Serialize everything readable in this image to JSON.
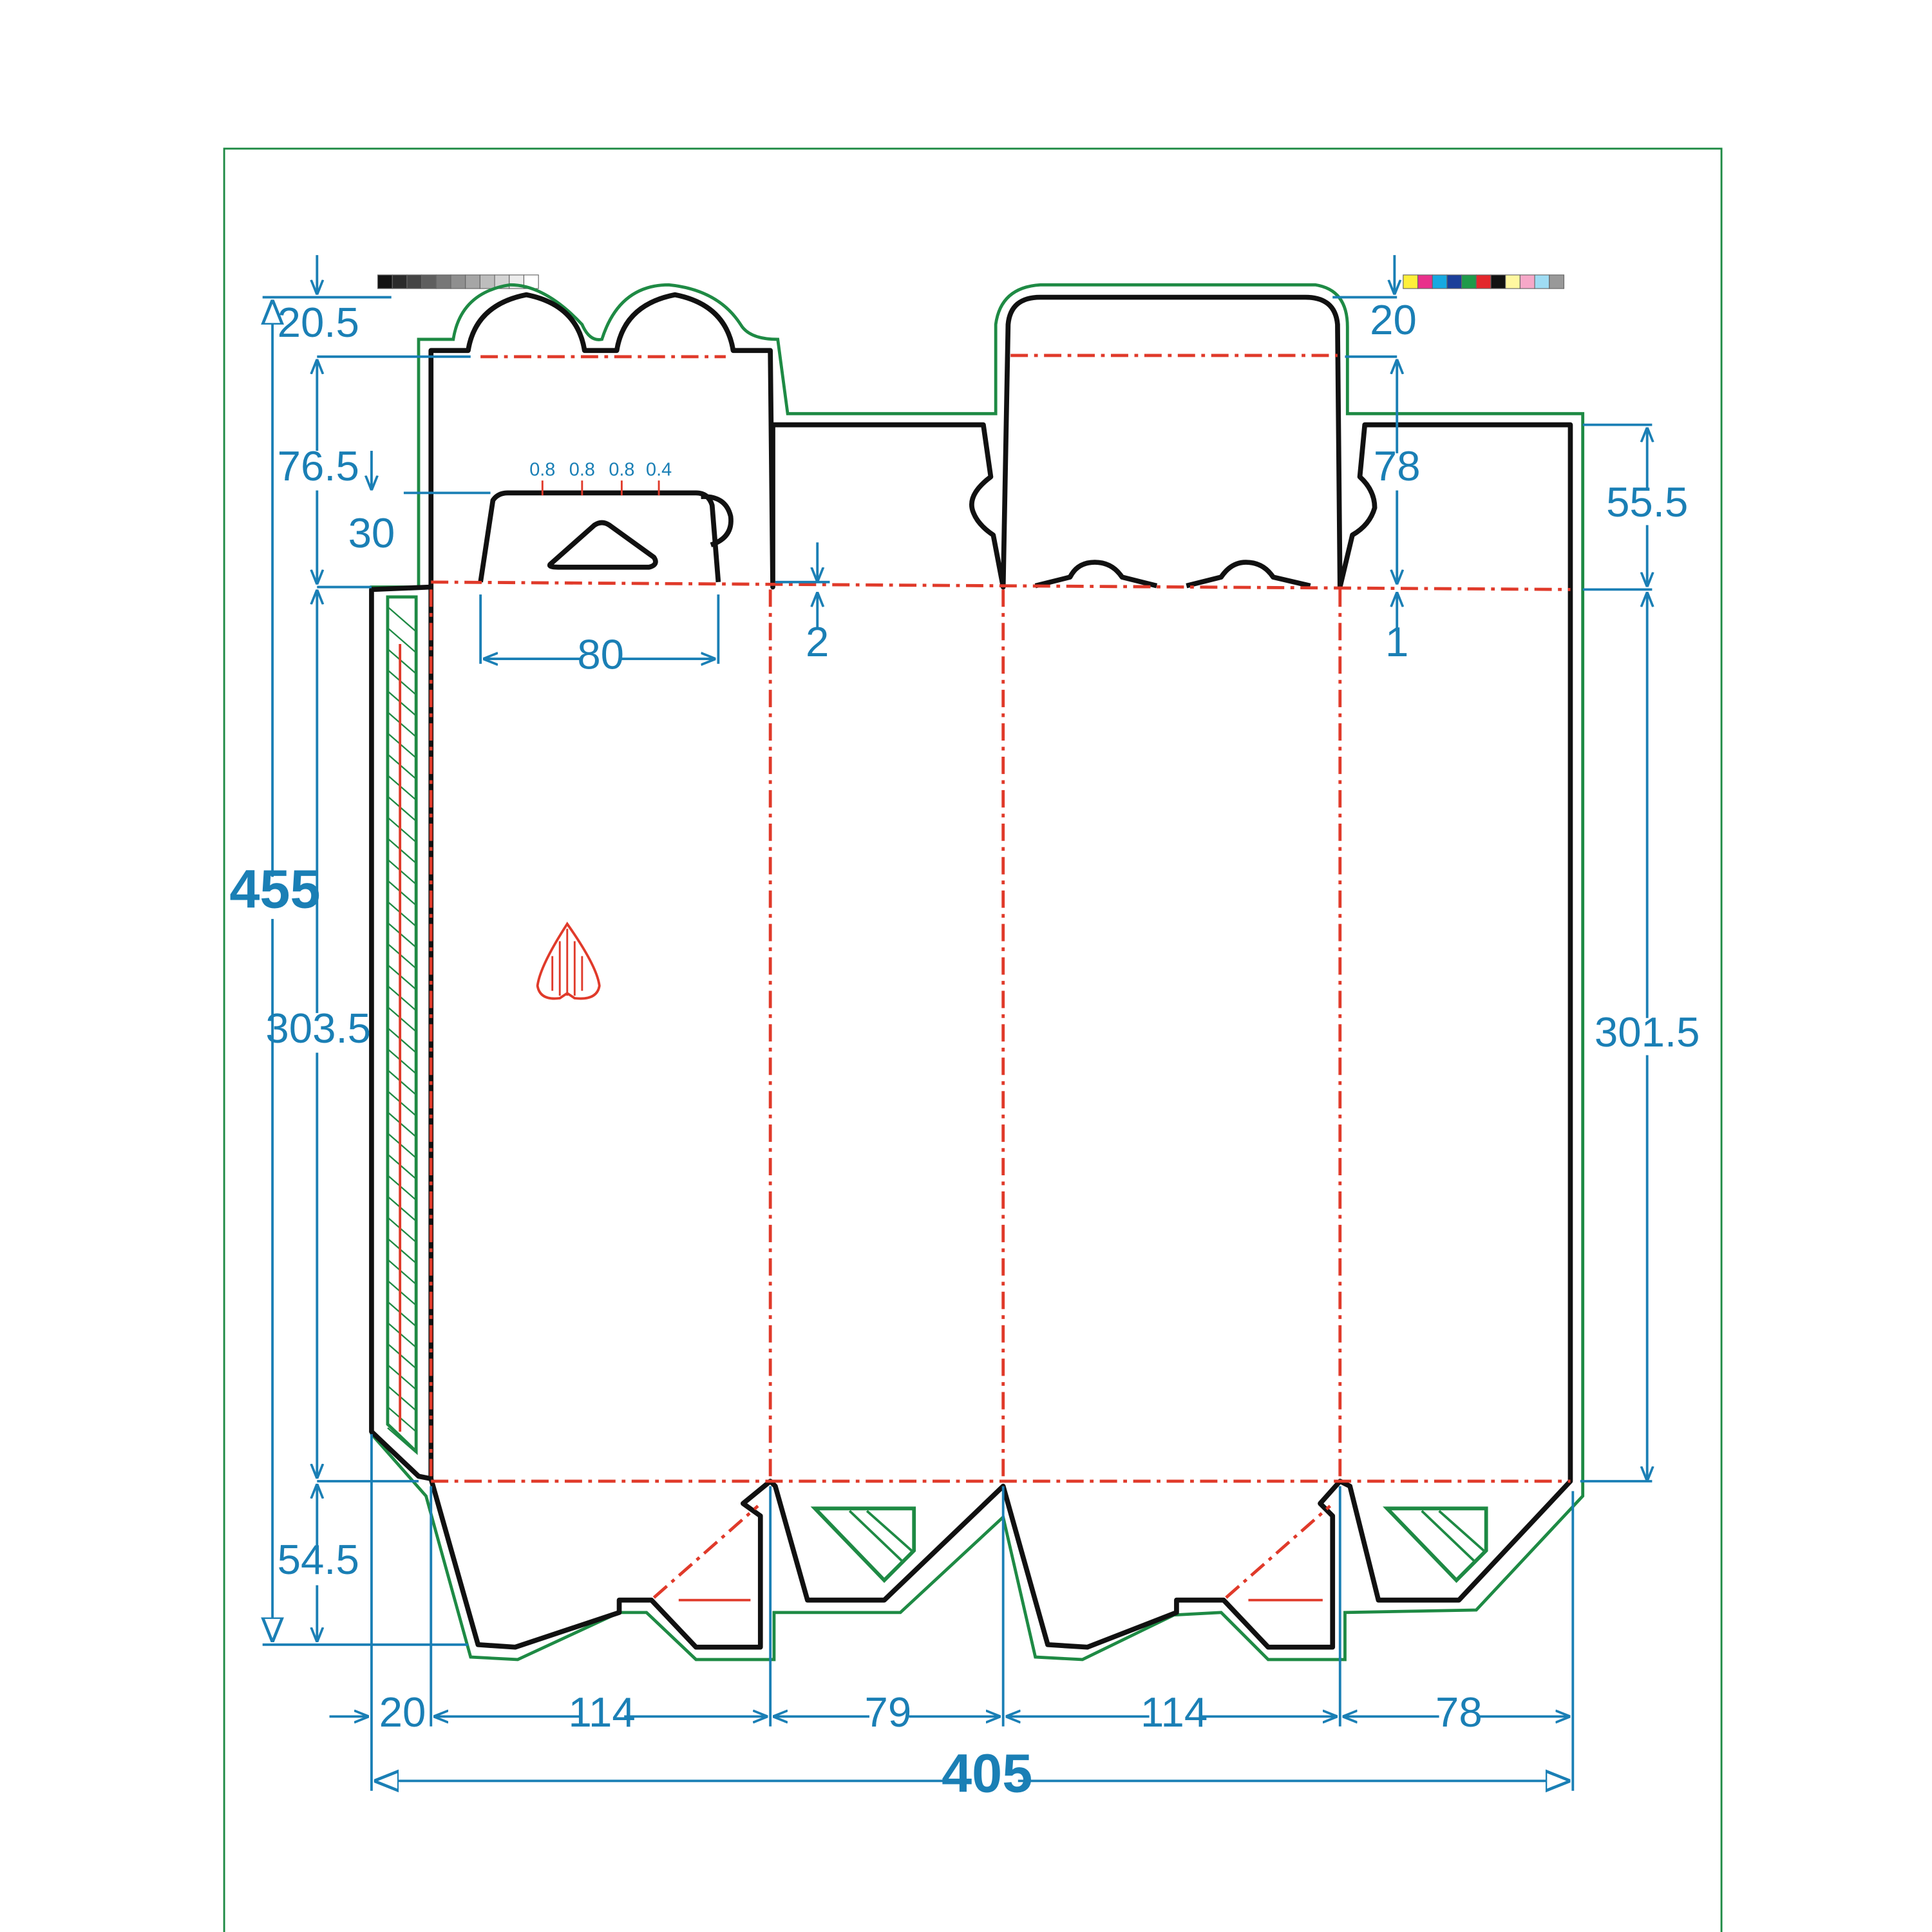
{
  "dimensions": {
    "total_width": "405",
    "total_height": "455",
    "top_flap_left": "20.5",
    "top_flap_right": "20",
    "tuck_flap": "76.5",
    "hanger": "30",
    "dust_flap_left": "78",
    "dust_flap_right": "55.5",
    "body_left": "303.5",
    "body_right": "301.5",
    "bottom": "54.5",
    "hang_hole_width": "80",
    "offset_left": "2",
    "offset_right": "1",
    "glue_flap": "20",
    "panel_1": "114",
    "panel_2": "79",
    "panel_3": "114",
    "panel_4": "78"
  },
  "hanger_marks": [
    "0.8",
    "0.8",
    "0.8",
    "0.4"
  ],
  "colors": {
    "dimension": "#1a7fb5",
    "cut_line": "#111111",
    "crease_line": "#e03a2a",
    "bleed_line": "#1e8a44"
  },
  "gray_swatches": [
    "#111111",
    "#2a2a2a",
    "#444444",
    "#5e5e5e",
    "#777777",
    "#8f8f8f",
    "#a6a6a6",
    "#bdbdbd",
    "#d4d4d4",
    "#ececec",
    "#ffffff"
  ],
  "color_swatches": [
    "#ffef3a",
    "#e9308b",
    "#17a9e1",
    "#1b3f9a",
    "#1e9a4a",
    "#e3262c",
    "#111111",
    "#fff7a0",
    "#f6a8c8",
    "#9fdcf3",
    "#999999"
  ]
}
